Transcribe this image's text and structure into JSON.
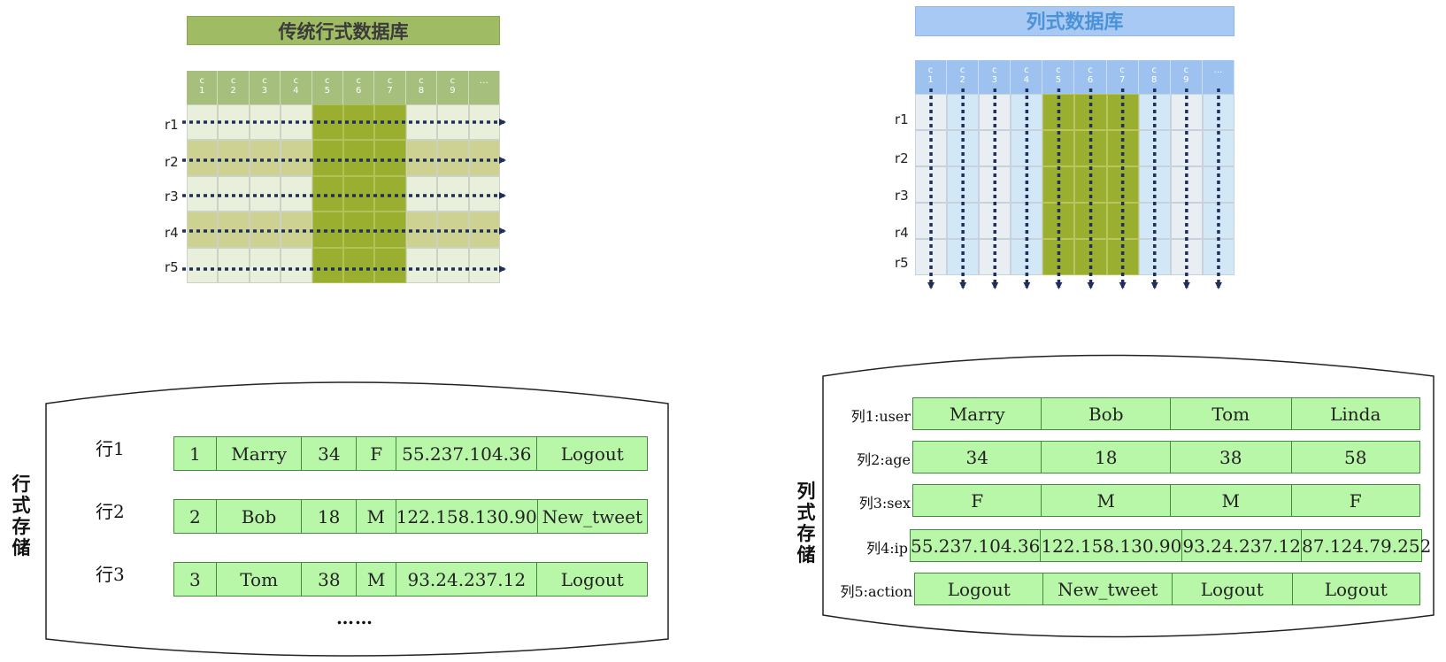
{
  "row_db": {
    "title": "传统行式数据库",
    "headers": [
      "c\n1",
      "c\n2",
      "c\n3",
      "c\n4",
      "c\n5",
      "c\n6",
      "c\n7",
      "c\n8",
      "c\n9",
      "…"
    ],
    "rows": [
      "r1",
      "r2",
      "r3",
      "r4",
      "r5"
    ]
  },
  "col_db": {
    "title": "列式数据库",
    "headers": [
      "c\n1",
      "c\n2",
      "c\n3",
      "c\n4",
      "c\n5",
      "c\n6",
      "c\n7",
      "c\n8",
      "c\n9",
      "…"
    ],
    "rows": [
      "r1",
      "r2",
      "r3",
      "r4",
      "r5"
    ]
  },
  "row_storage": {
    "side_label": "行式存储",
    "records": [
      {
        "label": "行1",
        "cells": [
          "1",
          "Marry",
          "34",
          "F",
          "55.237.104.36",
          "Logout"
        ]
      },
      {
        "label": "行2",
        "cells": [
          "2",
          "Bob",
          "18",
          "M",
          "122.158.130.90",
          "New_tweet"
        ]
      },
      {
        "label": "行3",
        "cells": [
          "3",
          "Tom",
          "38",
          "M",
          "93.24.237.12",
          "Logout"
        ]
      }
    ],
    "ellipsis": "……"
  },
  "col_storage": {
    "side_label": "列式存储",
    "columns": [
      {
        "label": "列1:user",
        "cells": [
          "Marry",
          "Bob",
          "Tom",
          "Linda"
        ]
      },
      {
        "label": "列2:age",
        "cells": [
          "34",
          "18",
          "38",
          "58"
        ]
      },
      {
        "label": "列3:sex",
        "cells": [
          "F",
          "M",
          "M",
          "F"
        ]
      },
      {
        "label": "列4:ip",
        "cells": [
          "55.237.104.36",
          "122.158.130.90",
          "93.24.237.12",
          "87.124.79.252"
        ]
      },
      {
        "label": "列5:action",
        "cells": [
          "Logout",
          "New_tweet",
          "Logout",
          "Logout"
        ]
      }
    ]
  },
  "colors": {
    "highlight": "#9aae2f",
    "record_fill": "#b8f6a8",
    "record_border": "#3f8c3f",
    "arrow": "#1f2f5a"
  }
}
